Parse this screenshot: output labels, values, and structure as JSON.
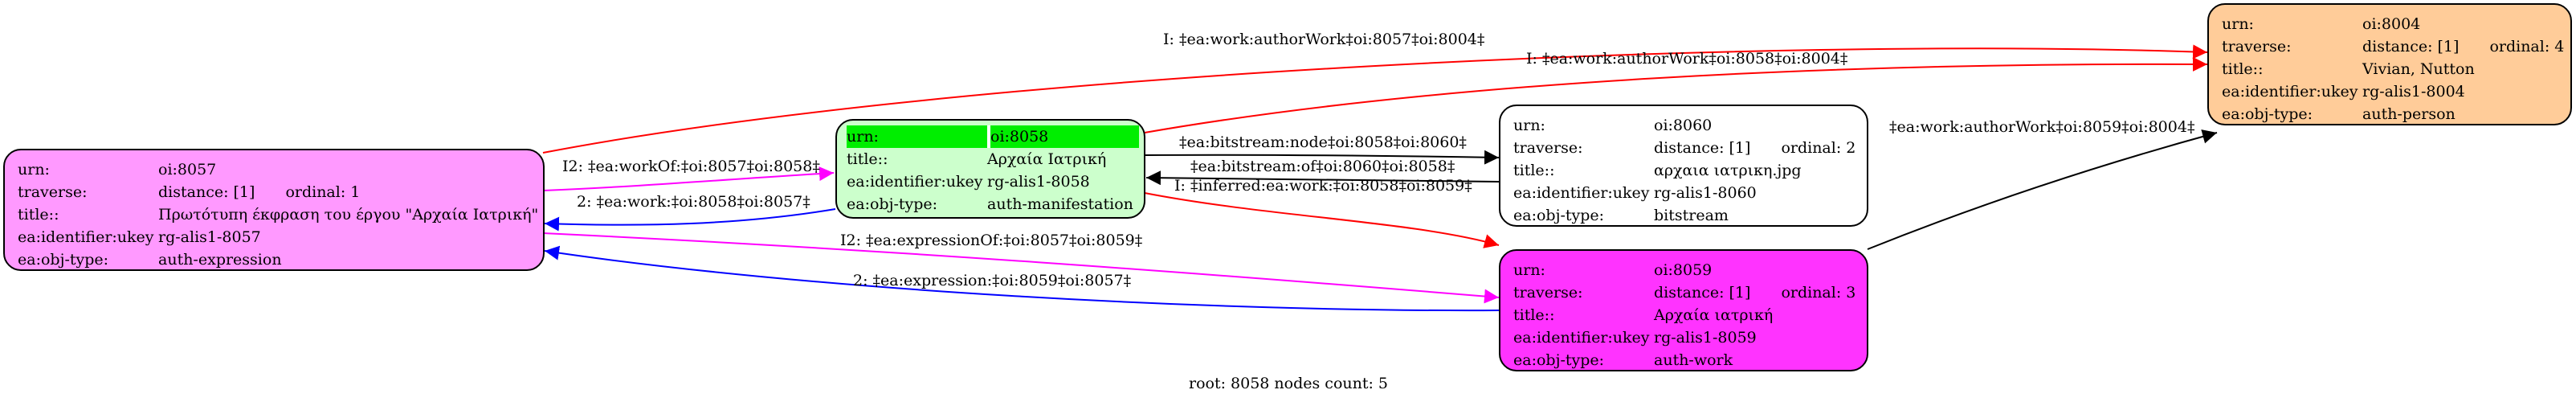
{
  "colors": {
    "node_8057": "#ff99ff",
    "node_8058": "#ccffcc",
    "node_8060": "#ffffff",
    "node_8059": "#ff33ff",
    "node_8004": "#ffcc99",
    "highlight": "#00ee00",
    "edge_red": "#ff0000",
    "edge_magenta": "#ff00ff",
    "edge_blue": "#0000ff",
    "edge_black": "#000000"
  },
  "nodes": {
    "n8057": {
      "urn_key": "urn:",
      "urn": "oi:8057",
      "traverse_key": "traverse:",
      "distance": "distance: [1]",
      "ordinal": "ordinal: 1",
      "title_key": "title::",
      "title": "Πρωτότυπη έκφραση του έργου \"Αρχαία Ιατρική\"",
      "ukey_key": "ea:identifier:ukey",
      "ukey": "rg-alis1-8057",
      "objtype_key": "ea:obj-type:",
      "objtype": "auth-expression"
    },
    "n8058": {
      "urn_key": "urn:",
      "urn": "oi:8058",
      "title_key": "title::",
      "title": "Αρχαία Ιατρική",
      "ukey_key": "ea:identifier:ukey",
      "ukey": "rg-alis1-8058",
      "objtype_key": "ea:obj-type:",
      "objtype": "auth-manifestation"
    },
    "n8060": {
      "urn_key": "urn:",
      "urn": "oi:8060",
      "traverse_key": "traverse:",
      "distance": "distance: [1]",
      "ordinal": "ordinal: 2",
      "title_key": "title::",
      "title": "αρχαια ιατρικη.jpg",
      "ukey_key": "ea:identifier:ukey",
      "ukey": "rg-alis1-8060",
      "objtype_key": "ea:obj-type:",
      "objtype": "bitstream"
    },
    "n8059": {
      "urn_key": "urn:",
      "urn": "oi:8059",
      "traverse_key": "traverse:",
      "distance": "distance: [1]",
      "ordinal": "ordinal: 3",
      "title_key": "title::",
      "title": "Αρχαία ιατρική",
      "ukey_key": "ea:identifier:ukey",
      "ukey": "rg-alis1-8059",
      "objtype_key": "ea:obj-type:",
      "objtype": "auth-work"
    },
    "n8004": {
      "urn_key": "urn:",
      "urn": "oi:8004",
      "traverse_key": "traverse:",
      "distance": "distance: [1]",
      "ordinal": "ordinal: 4",
      "title_key": "title::",
      "title": "Vivian, Nutton",
      "ukey_key": "ea:identifier:ukey",
      "ukey": "rg-alis1-8004",
      "objtype_key": "ea:obj-type:",
      "objtype": "auth-person"
    }
  },
  "edges": {
    "author_8057_8004": "I: ‡ea:work:authorWork‡oi:8057‡oi:8004‡",
    "author_8058_8004": "I: ‡ea:work:authorWork‡oi:8058‡oi:8004‡",
    "author_8059_8004": "‡ea:work:authorWork‡oi:8059‡oi:8004‡",
    "workof_8057_8058": "I2: ‡ea:workOf:‡oi:8057‡oi:8058‡",
    "work_8058_8057": "2: ‡ea:work:‡oi:8058‡oi:8057‡",
    "bitstream_node": "‡ea:bitstream:node‡oi:8058‡oi:8060‡",
    "bitstream_of": "‡ea:bitstream:of‡oi:8060‡oi:8058‡",
    "inferred_work": "I: ‡inferred:ea:work:‡oi:8058‡oi:8059‡",
    "expressionof": "I2: ‡ea:expressionOf:‡oi:8057‡oi:8059‡",
    "expression": "2: ‡ea:expression:‡oi:8059‡oi:8057‡"
  },
  "caption": "root: 8058 nodes count: 5"
}
